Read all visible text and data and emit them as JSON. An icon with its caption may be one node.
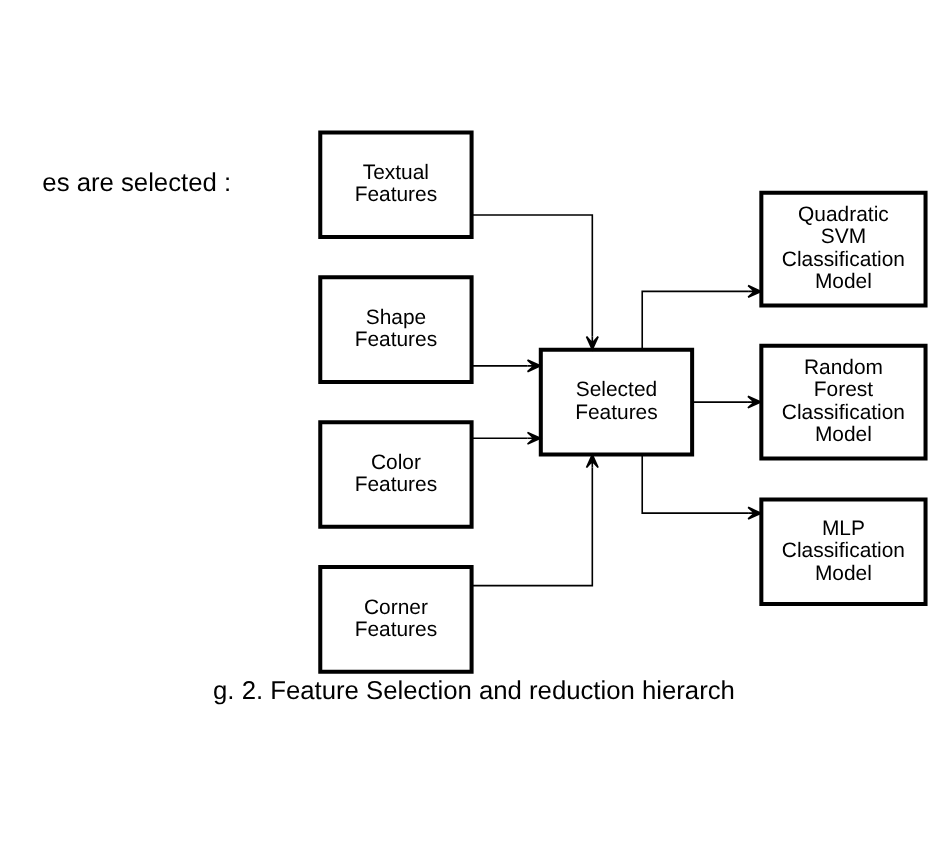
{
  "diagram": {
    "caption": "g. 2. Feature Selection and reduction hierarch",
    "nodes": [
      {
        "text": [
          "Textual Features"
        ]
      },
      {
        "text": [
          "Shape Features"
        ]
      },
      {
        "text": [
          "Color Features"
        ]
      },
      {
        "text": [
          "Corner Features"
        ]
      },
      {
        "text": [
          "Selected Features"
        ]
      },
      {
        "text": [
          "Quadratic SVM Classification Model"
        ]
      },
      {
        "text": [
          "Random Forest Classification Model"
        ]
      },
      {
        "text": [
          "MLP Classification Model"
        ]
      }
    ],
    "edges": [
      {
        "from": 0,
        "to": 4,
        "arrow": "to"
      },
      {
        "from": 1,
        "to": 4,
        "arrow": "to"
      },
      {
        "from": 2,
        "to": 4,
        "arrow": "to"
      },
      {
        "from": 3,
        "to": 4,
        "arrow": "to"
      },
      {
        "from": 4,
        "to": 5,
        "arrow": "to"
      },
      {
        "from": 4,
        "to": 6,
        "arrow": "to"
      },
      {
        "from": 4,
        "to": 7,
        "arrow": "to"
      }
    ],
    "labels": [
      "es are selected :"
    ]
  }
}
